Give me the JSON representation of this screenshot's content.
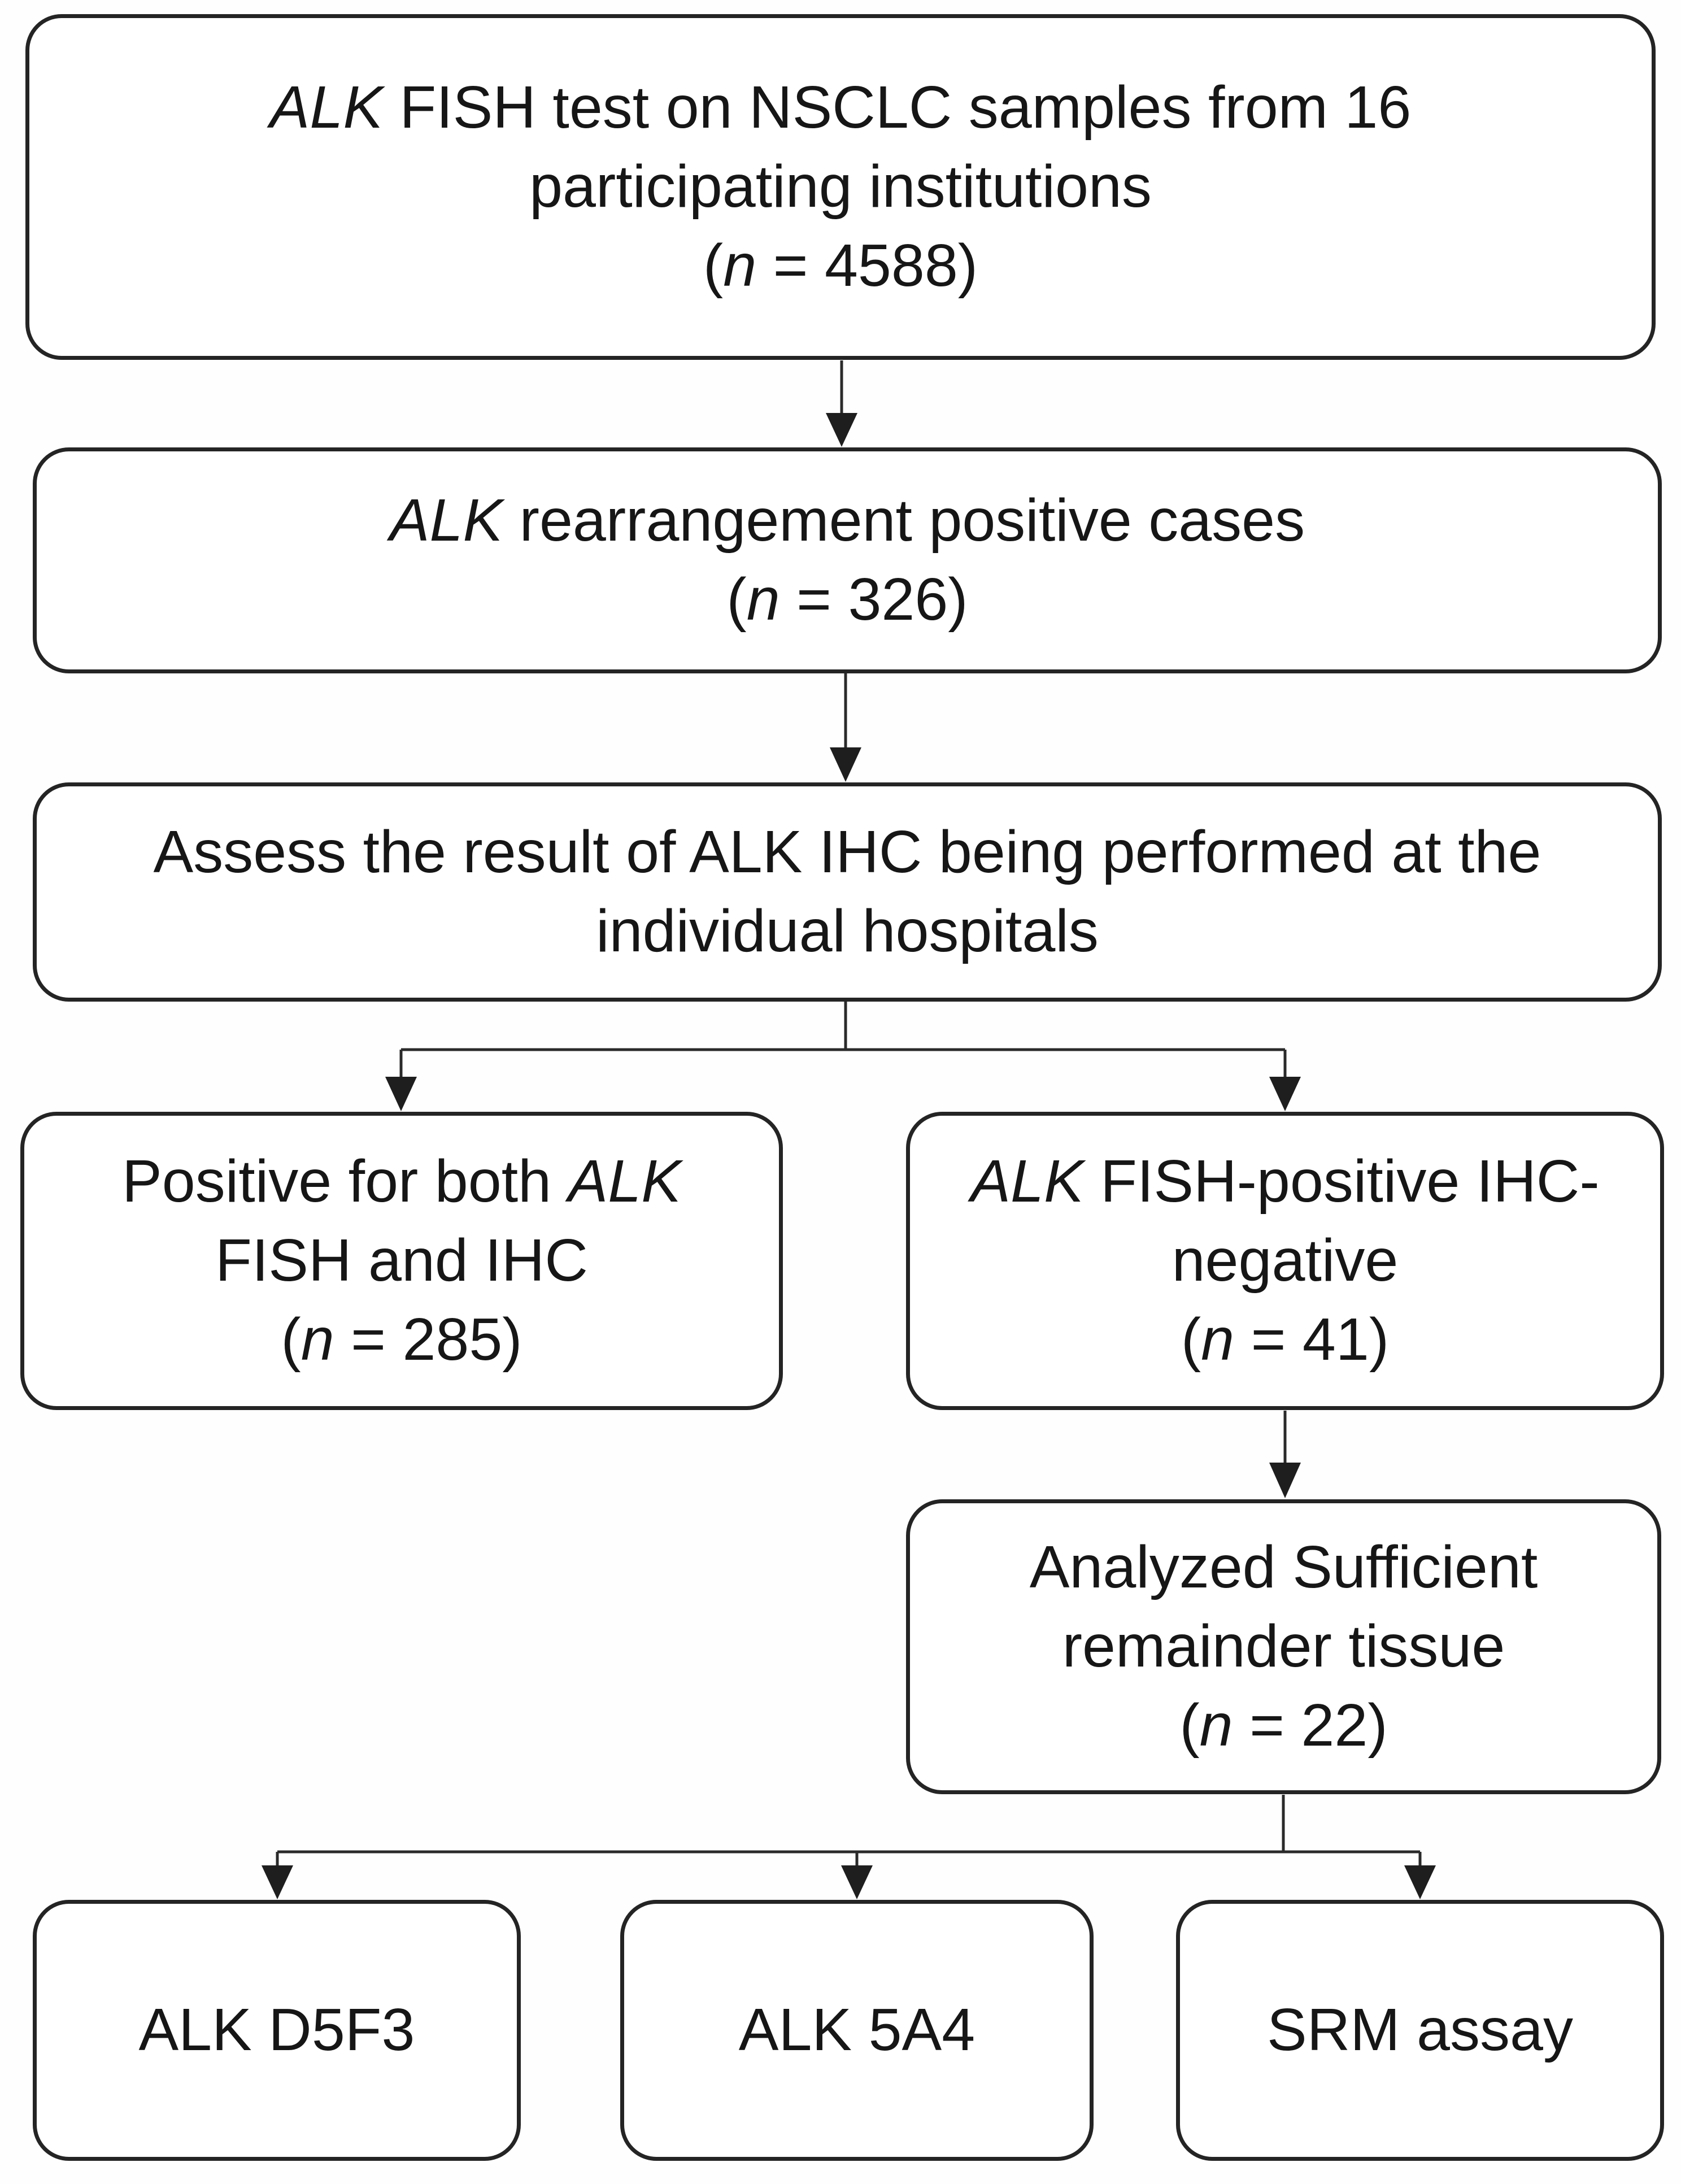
{
  "figure": {
    "kind": "study-flowchart",
    "background_color": "#ffffff",
    "ink_color": "#242424"
  },
  "nodes": {
    "n1": {
      "l1_gene": "ALK",
      "l1_rest": "FISH test on NSCLC samples from 16",
      "l2": "participating institutions",
      "l3_open": "(",
      "l3_var": "n",
      "l3_rest": " = 4588)"
    },
    "n2": {
      "l1_gene": "ALK",
      "l1_rest": "rearrangement positive cases",
      "l2_open": "(",
      "l2_var": "n",
      "l2_rest": " = 326)"
    },
    "n3": {
      "l1": "Assess the result of ALK IHC being performed at the",
      "l2": "individual hospitals"
    },
    "n4_left": {
      "l1_pre": "Positive for both",
      "l1_gene": "ALK",
      "l2": "FISH and IHC",
      "l3_open": "(",
      "l3_var": "n",
      "l3_rest": " = 285)"
    },
    "n4_right": {
      "l1_gene": "ALK",
      "l1_rest": "FISH-positive IHC-",
      "l2": "negative",
      "l3_open": "(",
      "l3_var": "n",
      "l3_rest": " = 41)"
    },
    "n5": {
      "l1": "Analyzed Sufficient",
      "l2": "remainder tissue",
      "l3_open": "(",
      "l3_var": "n",
      "l3_rest": " = 22)"
    },
    "n6_a": {
      "label": "ALK D5F3"
    },
    "n6_b": {
      "label": "ALK 5A4"
    },
    "n6_c": {
      "label": "SRM assay"
    }
  }
}
